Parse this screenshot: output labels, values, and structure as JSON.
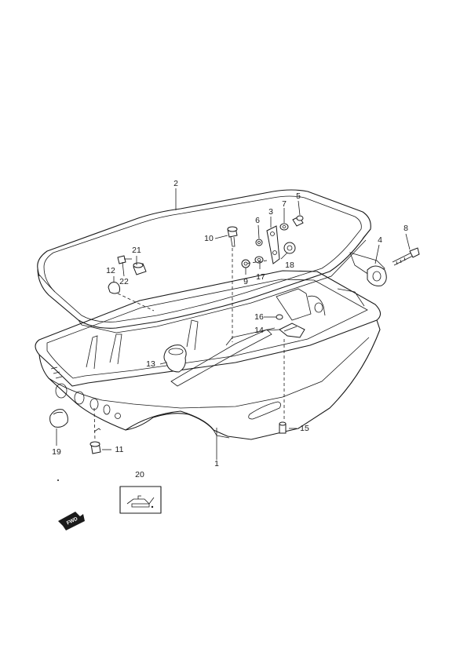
{
  "callouts": {
    "p1": "1",
    "p2": "2",
    "p3": "3",
    "p4": "4",
    "p5": "5",
    "p6": "6",
    "p7": "7",
    "p8": "8",
    "p9": "9",
    "p10": "10",
    "p11": "11",
    "p12": "12",
    "p13": "13",
    "p14": "14",
    "p15": "15",
    "p16": "16",
    "p17": "17",
    "p18": "18",
    "p19": "19",
    "p20": "20",
    "p21": "21",
    "p22": "22"
  },
  "fwd_label": "FWD"
}
